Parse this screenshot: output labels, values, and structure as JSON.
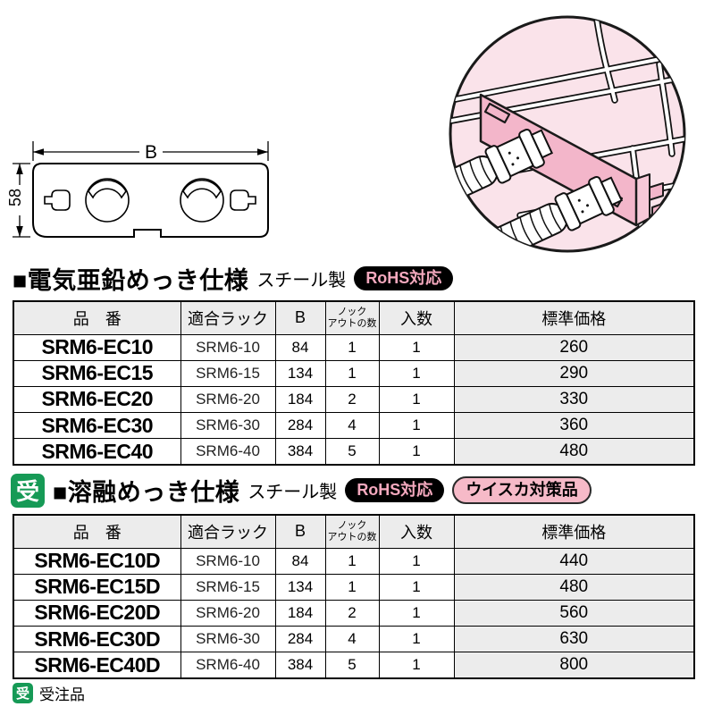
{
  "diagram": {
    "width_label": "B",
    "height_label": "58"
  },
  "sections": [
    {
      "title": "■電気亜鉛めっき仕様",
      "material": "スチール製",
      "rohs_badge": "RoHS対応",
      "table": {
        "headers": {
          "part": "品　番",
          "rack": "適合ラック",
          "b": "B",
          "knockout": "ノック\nアウトの数",
          "qty": "入数",
          "price": "標準価格"
        },
        "rows": [
          {
            "part": "SRM6-EC10",
            "rack": "SRM6-10",
            "b": "84",
            "knockout": "1",
            "qty": "1",
            "price": "260"
          },
          {
            "part": "SRM6-EC15",
            "rack": "SRM6-15",
            "b": "134",
            "knockout": "1",
            "qty": "1",
            "price": "290"
          },
          {
            "part": "SRM6-EC20",
            "rack": "SRM6-20",
            "b": "184",
            "knockout": "2",
            "qty": "1",
            "price": "330"
          },
          {
            "part": "SRM6-EC30",
            "rack": "SRM6-30",
            "b": "284",
            "knockout": "4",
            "qty": "1",
            "price": "360"
          },
          {
            "part": "SRM6-EC40",
            "rack": "SRM6-40",
            "b": "384",
            "knockout": "5",
            "qty": "1",
            "price": "480"
          }
        ]
      }
    },
    {
      "order_badge": "受",
      "title": "■溶融めっき仕様",
      "material": "スチール製",
      "rohs_badge": "RoHS対応",
      "whisker_badge": "ウイスカ対策品",
      "table": {
        "headers": {
          "part": "品　番",
          "rack": "適合ラック",
          "b": "B",
          "knockout": "ノック\nアウトの数",
          "qty": "入数",
          "price": "標準価格"
        },
        "rows": [
          {
            "part": "SRM6-EC10D",
            "rack": "SRM6-10",
            "b": "84",
            "knockout": "1",
            "qty": "1",
            "price": "440"
          },
          {
            "part": "SRM6-EC15D",
            "rack": "SRM6-15",
            "b": "134",
            "knockout": "1",
            "qty": "1",
            "price": "480"
          },
          {
            "part": "SRM6-EC20D",
            "rack": "SRM6-20",
            "b": "184",
            "knockout": "2",
            "qty": "1",
            "price": "560"
          },
          {
            "part": "SRM6-EC30D",
            "rack": "SRM6-30",
            "b": "284",
            "knockout": "4",
            "qty": "1",
            "price": "630"
          },
          {
            "part": "SRM6-EC40D",
            "rack": "SRM6-40",
            "b": "384",
            "knockout": "5",
            "qty": "1",
            "price": "800"
          }
        ]
      }
    }
  ],
  "footnote": {
    "badge": "受",
    "text": "受注品"
  },
  "colors": {
    "accent_green": "#169a56",
    "rohs_text_pink": "#f4a9be",
    "whisker_bg_pink": "#f6bac8",
    "plate_pink": "#f3b6ca",
    "illustration_bg_pink": "#fae3ea",
    "table_shade_gray": "#ececec"
  }
}
